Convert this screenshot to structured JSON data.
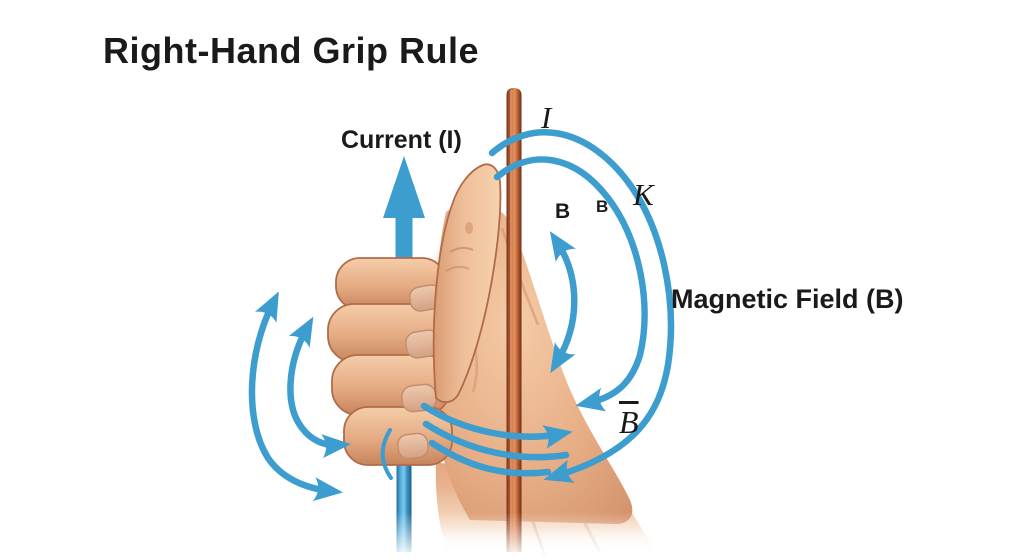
{
  "title": "Right-Hand Grip Rule",
  "labels": {
    "current": "Current (I)",
    "magnetic_field": "Magnetic Field (B)",
    "current_symbol": "I",
    "k_symbol": "K",
    "field_point_1": "B",
    "field_point_2": "B",
    "field_vector": "B"
  },
  "diagram": {
    "description_elements": {
      "current_arrow": "blue arrow pointing up along gripped wire",
      "copper_wire": "vertical copper conductor",
      "field_lines": "blue circular arcs looping around the wire",
      "hand": "right hand gripping wire, thumb up"
    },
    "colors": {
      "field_blue": "#3C9DCE",
      "wire_copper": "#C96F42",
      "skin": "#E9B08C",
      "text": "#1A1A1A",
      "background": "#FFFFFF"
    }
  }
}
